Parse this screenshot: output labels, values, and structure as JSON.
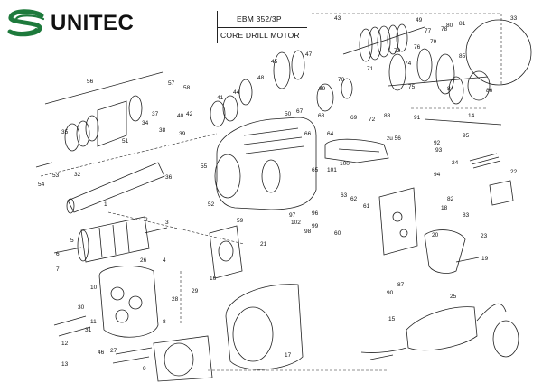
{
  "header": {
    "brand_name": "UNITEC",
    "model": "EBM 352/3P",
    "subtitle": "CORE DRILL MOTOR",
    "brand_color": "#1e7a3c"
  },
  "part_numbers": [
    "1",
    "2",
    "3",
    "4",
    "5",
    "6",
    "7",
    "8",
    "9",
    "10",
    "11",
    "12",
    "13",
    "14",
    "15",
    "16",
    "17",
    "18",
    "19",
    "20",
    "21",
    "22",
    "23",
    "24",
    "25",
    "26",
    "27",
    "28",
    "29",
    "30",
    "31",
    "32",
    "33",
    "34",
    "35",
    "36",
    "37",
    "38",
    "39",
    "40",
    "41",
    "42",
    "43",
    "44",
    "45",
    "46",
    "47",
    "48",
    "49",
    "50",
    "51",
    "52",
    "53",
    "54",
    "55",
    "56",
    "57",
    "58",
    "59",
    "60",
    "61",
    "62",
    "63",
    "64",
    "65",
    "66",
    "67",
    "68",
    "69",
    "70",
    "71",
    "72",
    "73",
    "74",
    "75",
    "76",
    "77",
    "78",
    "79",
    "80",
    "81",
    "82",
    "83",
    "84",
    "85",
    "86",
    "87",
    "88",
    "89",
    "90",
    "91",
    "92",
    "93",
    "94",
    "95",
    "96",
    "97",
    "98",
    "99",
    "100",
    "101",
    "102",
    "zu 56"
  ]
}
